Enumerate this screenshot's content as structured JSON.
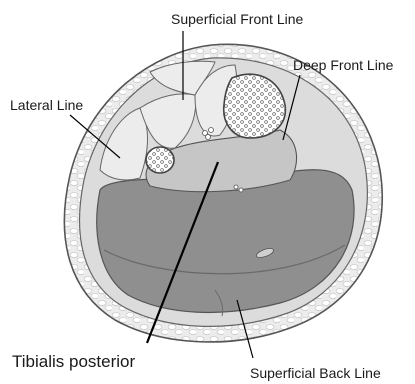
{
  "diagram": {
    "labels": {
      "superficial_front_line": "Superficial Front Line",
      "deep_front_line": "Deep Front Line",
      "lateral_line": "Lateral Line",
      "tibialis_posterior": "Tibialis posterior",
      "superficial_back_line": "Superficial Back Line"
    },
    "colors": {
      "skin": "#ffffff",
      "fat_fill": "#e6e6e6",
      "front_compartment": "#d8d8d8",
      "deep_compartment": "#c4c4c4",
      "back_compartment": "#8f8f8f",
      "outline": "#555555",
      "leader_line": "#000000"
    }
  }
}
